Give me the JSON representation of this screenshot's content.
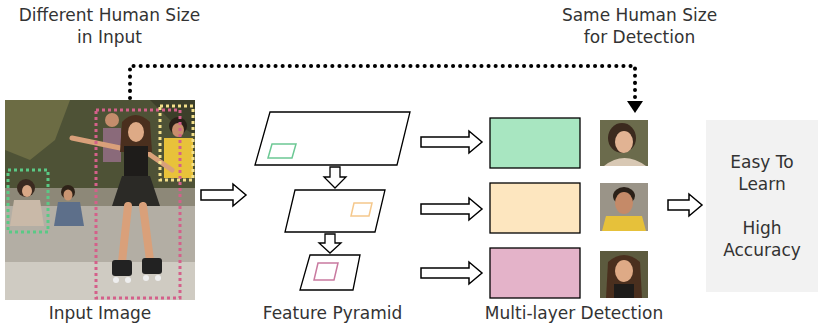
{
  "diagram": {
    "nodes": [
      {
        "text": [
          "Input Image"
        ]
      },
      {
        "text": [
          "Feature Pyramid"
        ]
      },
      {
        "text": [
          "Multi-layer Detection"
        ]
      },
      {
        "text": [
          "Easy To Learn",
          "High Accuracy"
        ]
      }
    ],
    "edges": [
      {
        "from": 0,
        "to": 2,
        "arrow": "to"
      },
      {
        "from": 0,
        "to": 1,
        "arrow": "to"
      },
      {
        "from": 1,
        "to": 2,
        "arrow": "to"
      },
      {
        "from": 1,
        "to": 2,
        "arrow": "to"
      },
      {
        "from": 1,
        "to": 2,
        "arrow": "to"
      },
      {
        "from": 2,
        "to": 3,
        "arrow": "to"
      }
    ],
    "labels": [
      "Different Human Size in Input",
      "Same Human Size for Detection"
    ]
  }
}
